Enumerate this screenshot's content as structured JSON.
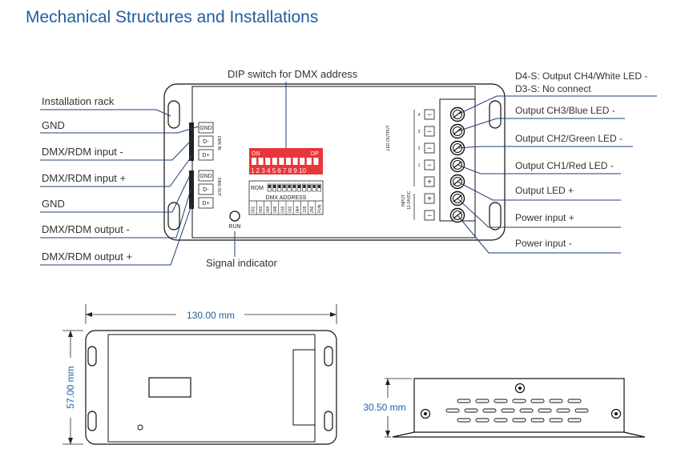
{
  "title": "Mechanical Structures and Installations",
  "top_label": "DIP switch for DMX address",
  "left_labels": [
    "Installation rack",
    "GND",
    "DMX/RDM input -",
    "DMX/RDM input +",
    "GND",
    "DMX/RDM output -",
    "DMX/RDM output +"
  ],
  "bottom_label": "Signal indicator",
  "right_labels": {
    "ch4_line1": "D4-S: Output CH4/White LED -",
    "ch4_line2": "D3-S: No connect",
    "ch3": "Output CH3/Blue LED -",
    "ch2": "Output CH2/Green LED -",
    "ch1": "Output CH1/Red LED -",
    "led_plus": "Output LED +",
    "power_plus": "Power input +",
    "power_minus": "Power input -"
  },
  "device": {
    "dmx_in_terminals": [
      "GND",
      "D-",
      "D+"
    ],
    "dmx_in_label": "DMX IN",
    "dmx_out_terminals": [
      "GND",
      "D-",
      "D+"
    ],
    "dmx_out_label": "DMX OUT",
    "dip_on": "ON",
    "dip_dp": "DP",
    "dip_numbers": "1 2 3 4 5 6 7 8 9 10",
    "rdm_label": "RDM",
    "dmx_address_label": "DMX ADDRESS",
    "dmx_address_cells": [
      "001",
      "002",
      "004",
      "008",
      "016",
      "032",
      "064",
      "128",
      "256",
      "FUN"
    ],
    "run_label": "RUN",
    "led_output_label": "LED OUTPUT",
    "input_label": "INPUT",
    "input_voltage": "12-24VDC",
    "output_signs": [
      "−",
      "−",
      "−",
      "−",
      "+"
    ],
    "output_channel_nums": [
      "4",
      "3",
      "2",
      "1"
    ],
    "input_signs": [
      "+",
      "−"
    ]
  },
  "dimensions": {
    "width": "130.00 mm",
    "height": "57.00 mm",
    "depth": "30.50 mm"
  },
  "colors": {
    "title": "#1f5fa0",
    "leader": "#1f3f73",
    "dip_switch": "#e8363a",
    "dimension_text": "#1f5fa0"
  }
}
